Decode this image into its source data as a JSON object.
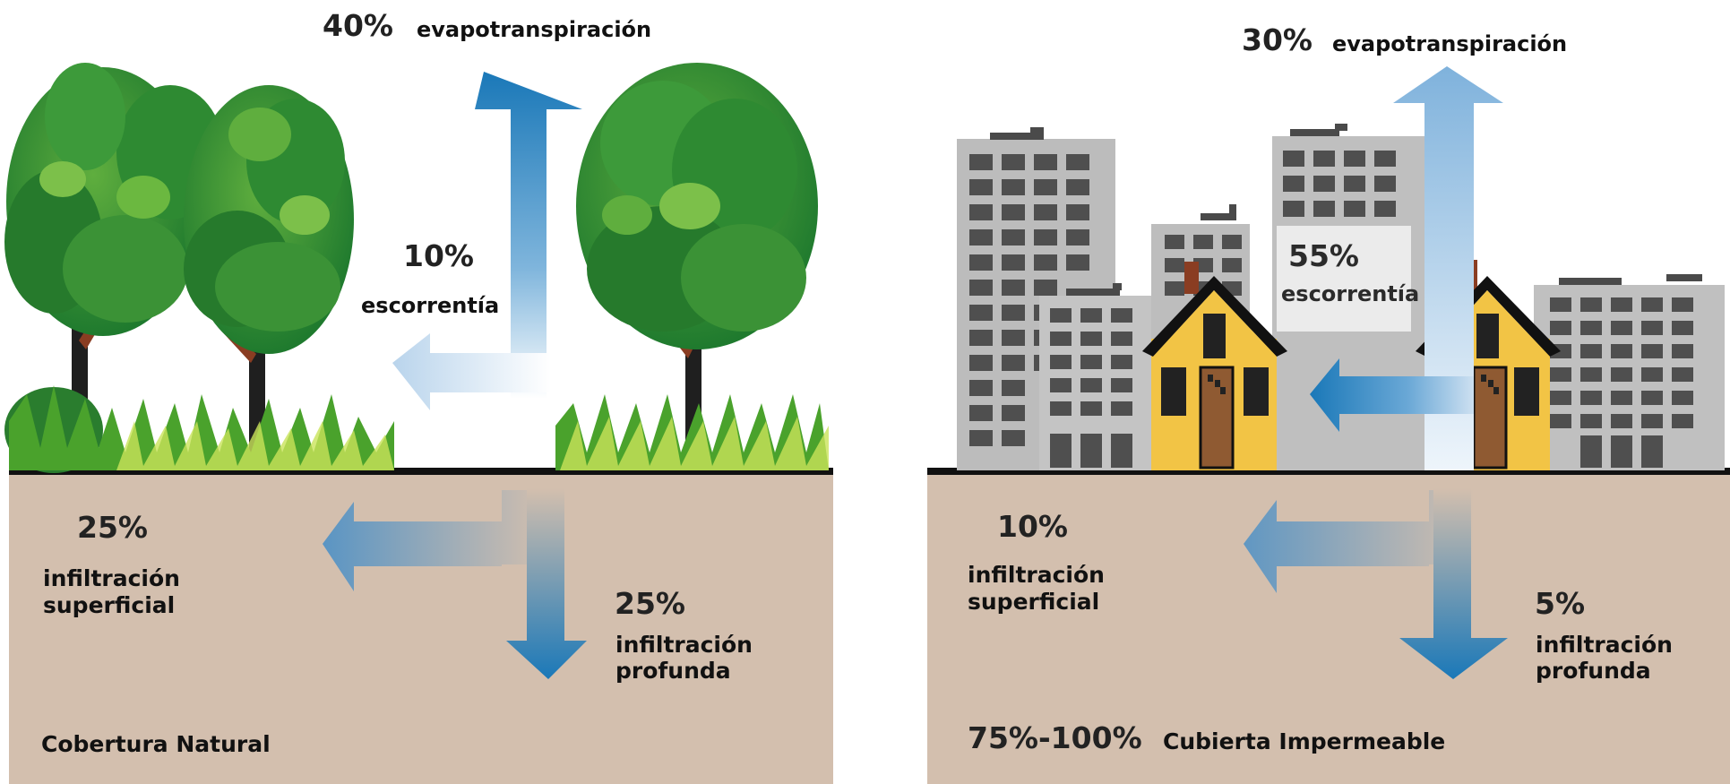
{
  "natural": {
    "evapo_pct": "40%",
    "evapo_label": "evapotranspiración",
    "runoff_pct": "10%",
    "runoff_label": "escorrentía",
    "shallow_pct": "25%",
    "shallow_label_1": "infiltración",
    "shallow_label_2": "superficial",
    "deep_pct": "25%",
    "deep_label_1": "infiltración",
    "deep_label_2": "profunda",
    "cover_label": "Cobertura Natural"
  },
  "urban": {
    "evapo_pct": "30%",
    "evapo_label": "evapotranspiración",
    "runoff_pct": "55%",
    "runoff_label": "escorrentía",
    "shallow_pct": "10%",
    "shallow_label_1": "infiltración",
    "shallow_label_2": "superficial",
    "deep_pct": "5%",
    "deep_label_1": "infiltración",
    "deep_label_2": "profunda",
    "cover_pct": "75%-100%",
    "cover_label": "Cubierta Impermeable"
  },
  "colors": {
    "soil": "#d3bfae",
    "ground_line": "#111111",
    "arrow_blue": "#1877b8",
    "tree_green": "#2e8a32",
    "grass_green": "#4aa22c",
    "building_gray": "#bcbcbc",
    "window_gray": "#4f4f4f",
    "house_yellow": "#f2c445",
    "door_brown": "#8f5a32"
  }
}
